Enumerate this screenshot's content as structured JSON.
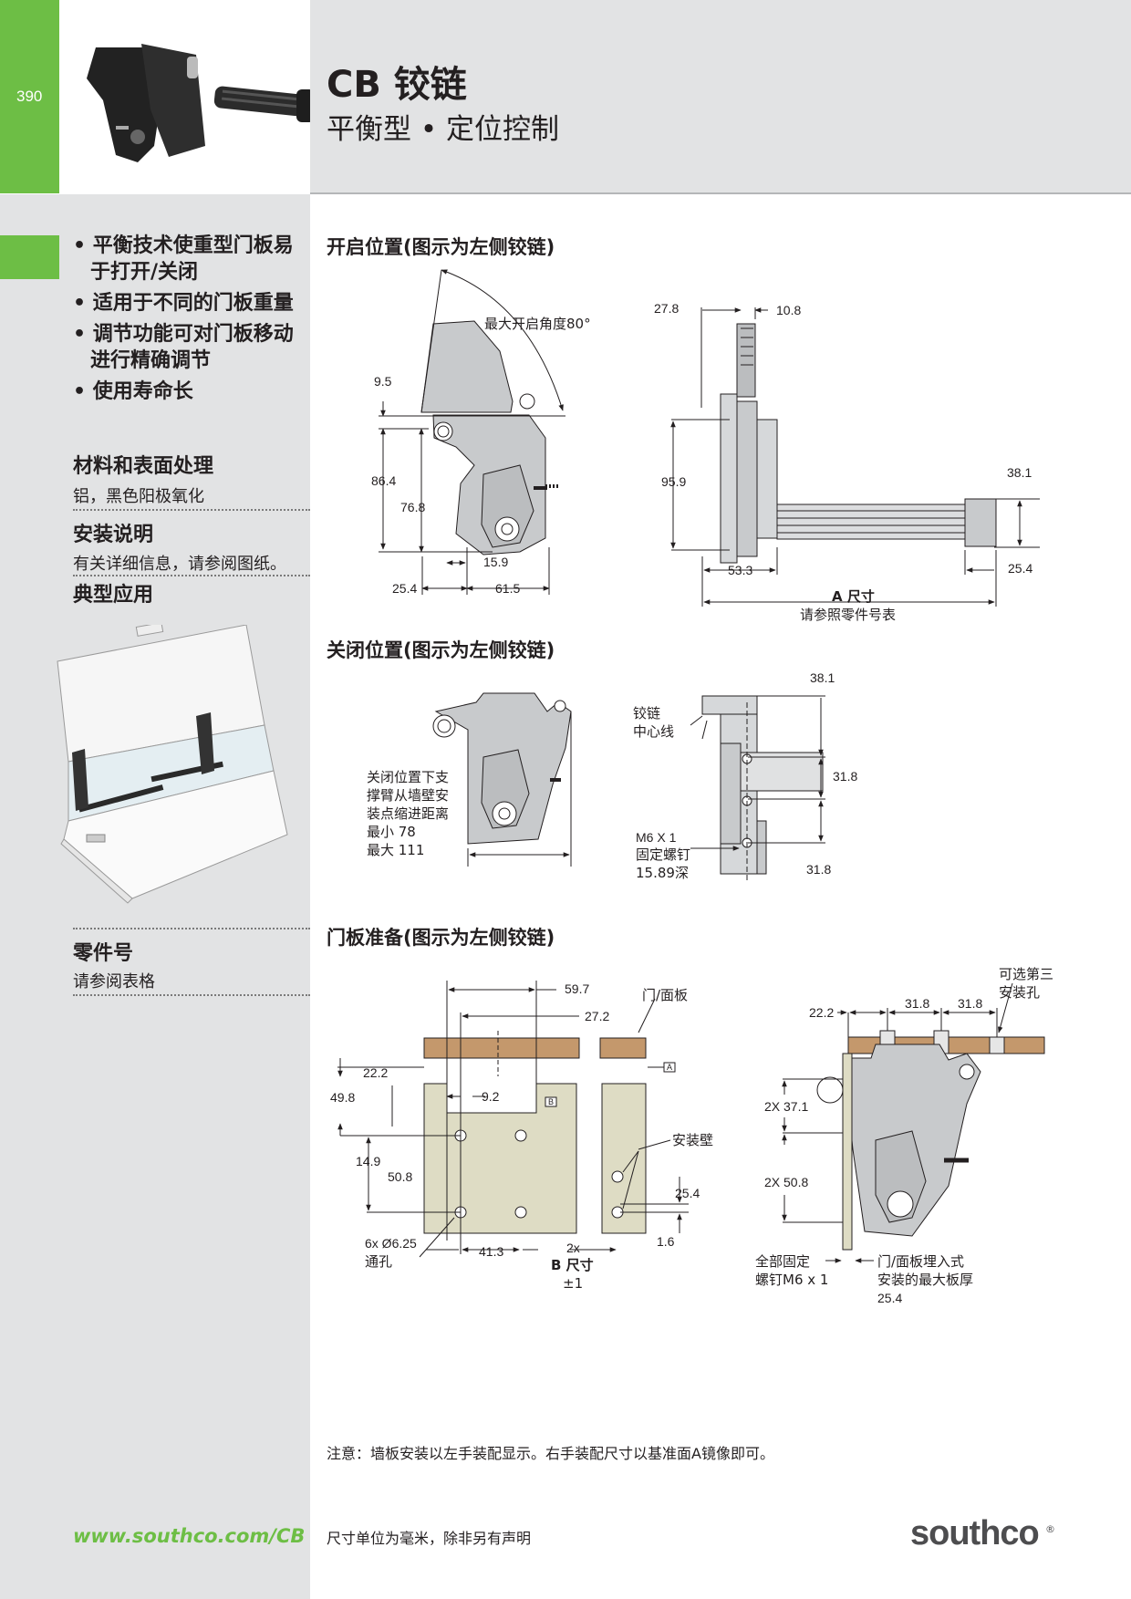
{
  "header": {
    "page_number": "390",
    "title": "CB 铰链",
    "subtitle": "平衡型 • 定位控制"
  },
  "sidebar": {
    "features": [
      "• 平衡技术使重型门板易",
      "于打开/关闭",
      "• 适用于不同的门板重量",
      "• 调节功能可对门板移动",
      "进行精确调节",
      "• 使用寿命长"
    ],
    "material_heading": "材料和表面处理",
    "material_text": "铝，黑色阳极氧化",
    "install_heading": "安装说明",
    "install_text": "有关详细信息，请参阅图纸。",
    "application_heading": "典型应用",
    "part_heading": "零件号",
    "part_text": "请参阅表格",
    "url": "www.southco.com/CB"
  },
  "sections": {
    "open": "开启位置(图示为左侧铰链)",
    "closed": "关闭位置(图示为左侧铰链)",
    "door": "门板准备(图示为左侧铰链)"
  },
  "open_view": {
    "max_angle": "最大开启角度80°",
    "d9_5": "9.5",
    "d86_4": "86.4",
    "d76_8": "76.8",
    "d15_9": "15.9",
    "d25_4": "25.4",
    "d61_5": "61.5",
    "d27_8": "27.8",
    "d10_8": "10.8",
    "d95_9": "95.9",
    "d38_1": "38.1",
    "d53_3": "53.3",
    "d25_4b": "25.4",
    "a_dim": "A 尺寸",
    "a_note": "请参照零件号表"
  },
  "closed_view": {
    "setback_lines": [
      "关闭位置下支",
      "撑臂从墙壁安",
      "装点缩进距离",
      "最小 78",
      "最大 111"
    ],
    "centerline": [
      "铰链",
      "中心线"
    ],
    "screw": [
      "M6 X 1",
      "固定螺钉",
      "15.89深"
    ],
    "d38_1": "38.1",
    "d31_8a": "31.8",
    "d31_8b": "31.8"
  },
  "door_view": {
    "d59_7": "59.7",
    "d27_2": "27.2",
    "door_panel": "门/面板",
    "d22_2": "22.2",
    "d49_8": "49.8",
    "d9_2": "9.2",
    "d14_9": "14.9",
    "d50_8": "50.8",
    "mount_wall": "安装壁",
    "d25_4": "25.4",
    "d1_6": "1.6",
    "holes": [
      "6x Ø6.25",
      "通孔"
    ],
    "d41_3": "41.3",
    "b_dim": [
      "2x",
      "B 尺寸",
      "±1"
    ],
    "datum_a": "A",
    "datum_b": "B",
    "third_hole": [
      "可选第三",
      "安装孔"
    ],
    "r22_2": "22.2",
    "r31_8a": "31.8",
    "r31_8b": "31.8",
    "r37_1": "2X 37.1",
    "r50_8": "2X 50.8",
    "screws_all": [
      "全部固定",
      "螺钉M6 x 1"
    ],
    "embed": [
      "门/面板埋入式",
      "安装的最大板厚",
      "25.4"
    ]
  },
  "footer": {
    "note": "注意：墙板安装以左手装配显示。右手装配尺寸以基准面A镜像即可。",
    "units": "尺寸单位为毫米，除非另有声明",
    "logo": "southco"
  }
}
